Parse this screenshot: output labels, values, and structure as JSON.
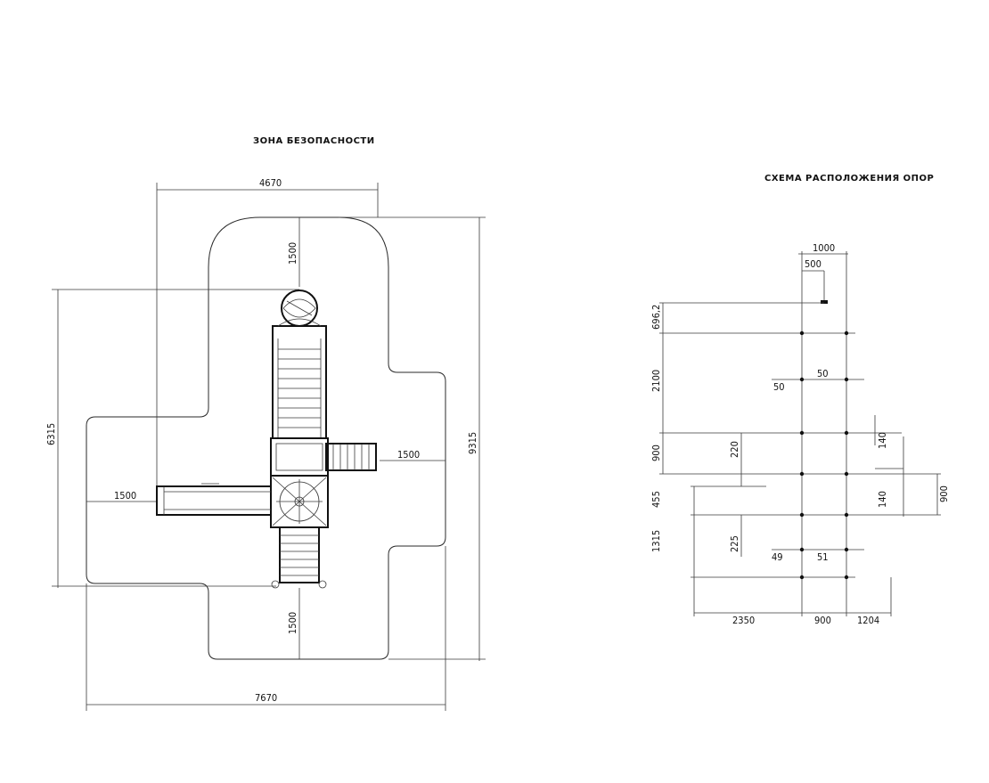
{
  "titles": {
    "safety_zone": "ЗОНА БЕЗОПАСНОСТИ",
    "support_layout": "СХЕМА РАСПОЛОЖЕНИЯ ОПОР"
  },
  "left_plan": {
    "dimensions": {
      "top_width": "4670",
      "top_clearance": "1500",
      "left_height": "6315",
      "right_height": "9315",
      "right_clearance": "1500",
      "left_clearance": "1500",
      "bottom_clearance": "1500",
      "bottom_width": "7670"
    }
  },
  "right_plan": {
    "dimensions": {
      "top_1000": "1000",
      "top_500": "500",
      "v_6962": "696,2",
      "v_2100": "2100",
      "h_50_right": "50",
      "h_50_left": "50",
      "v_900_left": "900",
      "v_220": "220",
      "v_140_top": "140",
      "v_455": "455",
      "v_140_mid": "140",
      "v_900_right": "900",
      "v_1315": "1315",
      "v_225": "225",
      "h_49": "49",
      "h_51": "51",
      "b_2350": "2350",
      "b_900": "900",
      "b_1204": "1204"
    }
  }
}
